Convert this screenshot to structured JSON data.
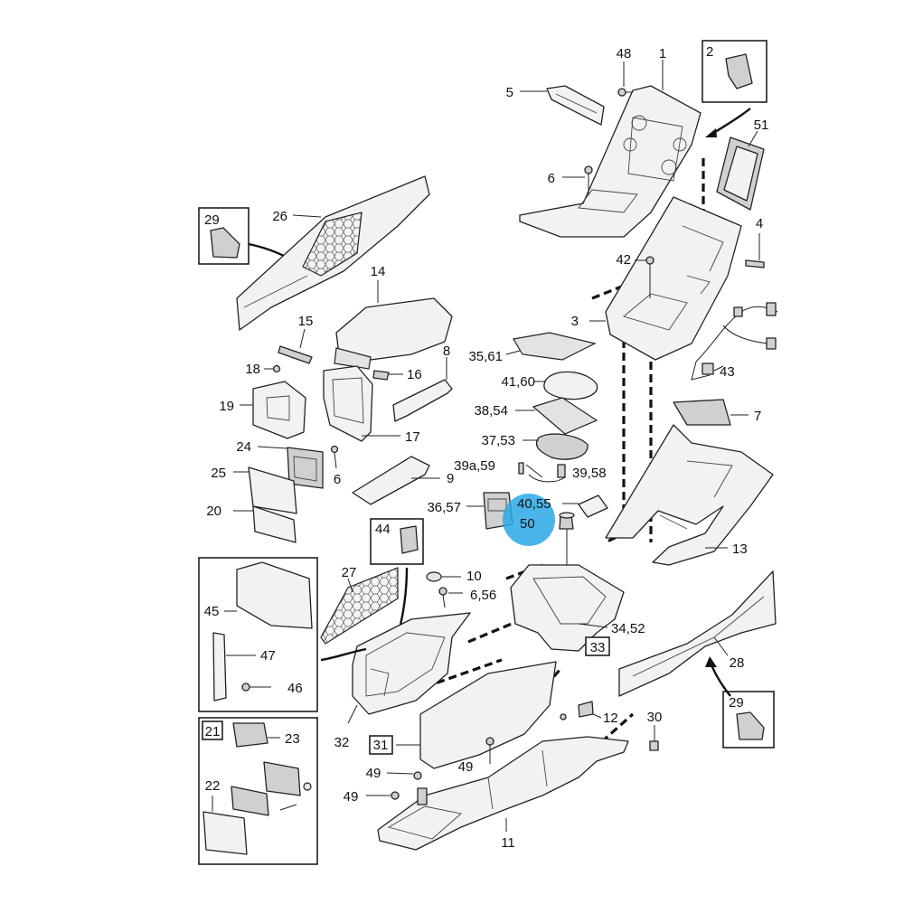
{
  "labels": {
    "l1": "1",
    "l2": "2",
    "l3": "3",
    "l4": "4",
    "l5": "5",
    "l6a": "6",
    "l6b": "6",
    "l6c": "6,56",
    "l7": "7",
    "l8": "8",
    "l9": "9",
    "l10": "10",
    "l11": "11",
    "l12": "12",
    "l13": "13",
    "l14": "14",
    "l15": "15",
    "l16": "16",
    "l17": "17",
    "l18": "18",
    "l19": "19",
    "l20": "20",
    "l21": "21",
    "l22": "22",
    "l23": "23",
    "l24": "24",
    "l25": "25",
    "l26": "26",
    "l27": "27",
    "l28": "28",
    "l29a": "29",
    "l29b": "29",
    "l30": "30",
    "l31": "31",
    "l32": "32",
    "l33": "33",
    "l34": "34,52",
    "l35": "35,61",
    "l36": "36,57",
    "l37": "37,53",
    "l38": "38,54",
    "l39a": "39a,59",
    "l39b": "39,58",
    "l40": "40,55",
    "l41": "41,60",
    "l42": "42",
    "l43": "43",
    "l44": "44",
    "l45": "45",
    "l46": "46",
    "l47": "47",
    "l48": "48",
    "l49a": "49",
    "l49b": "49",
    "l49c": "49",
    "l50": "50",
    "l51": "51"
  },
  "highlight": {
    "color": "#29a8e6"
  }
}
